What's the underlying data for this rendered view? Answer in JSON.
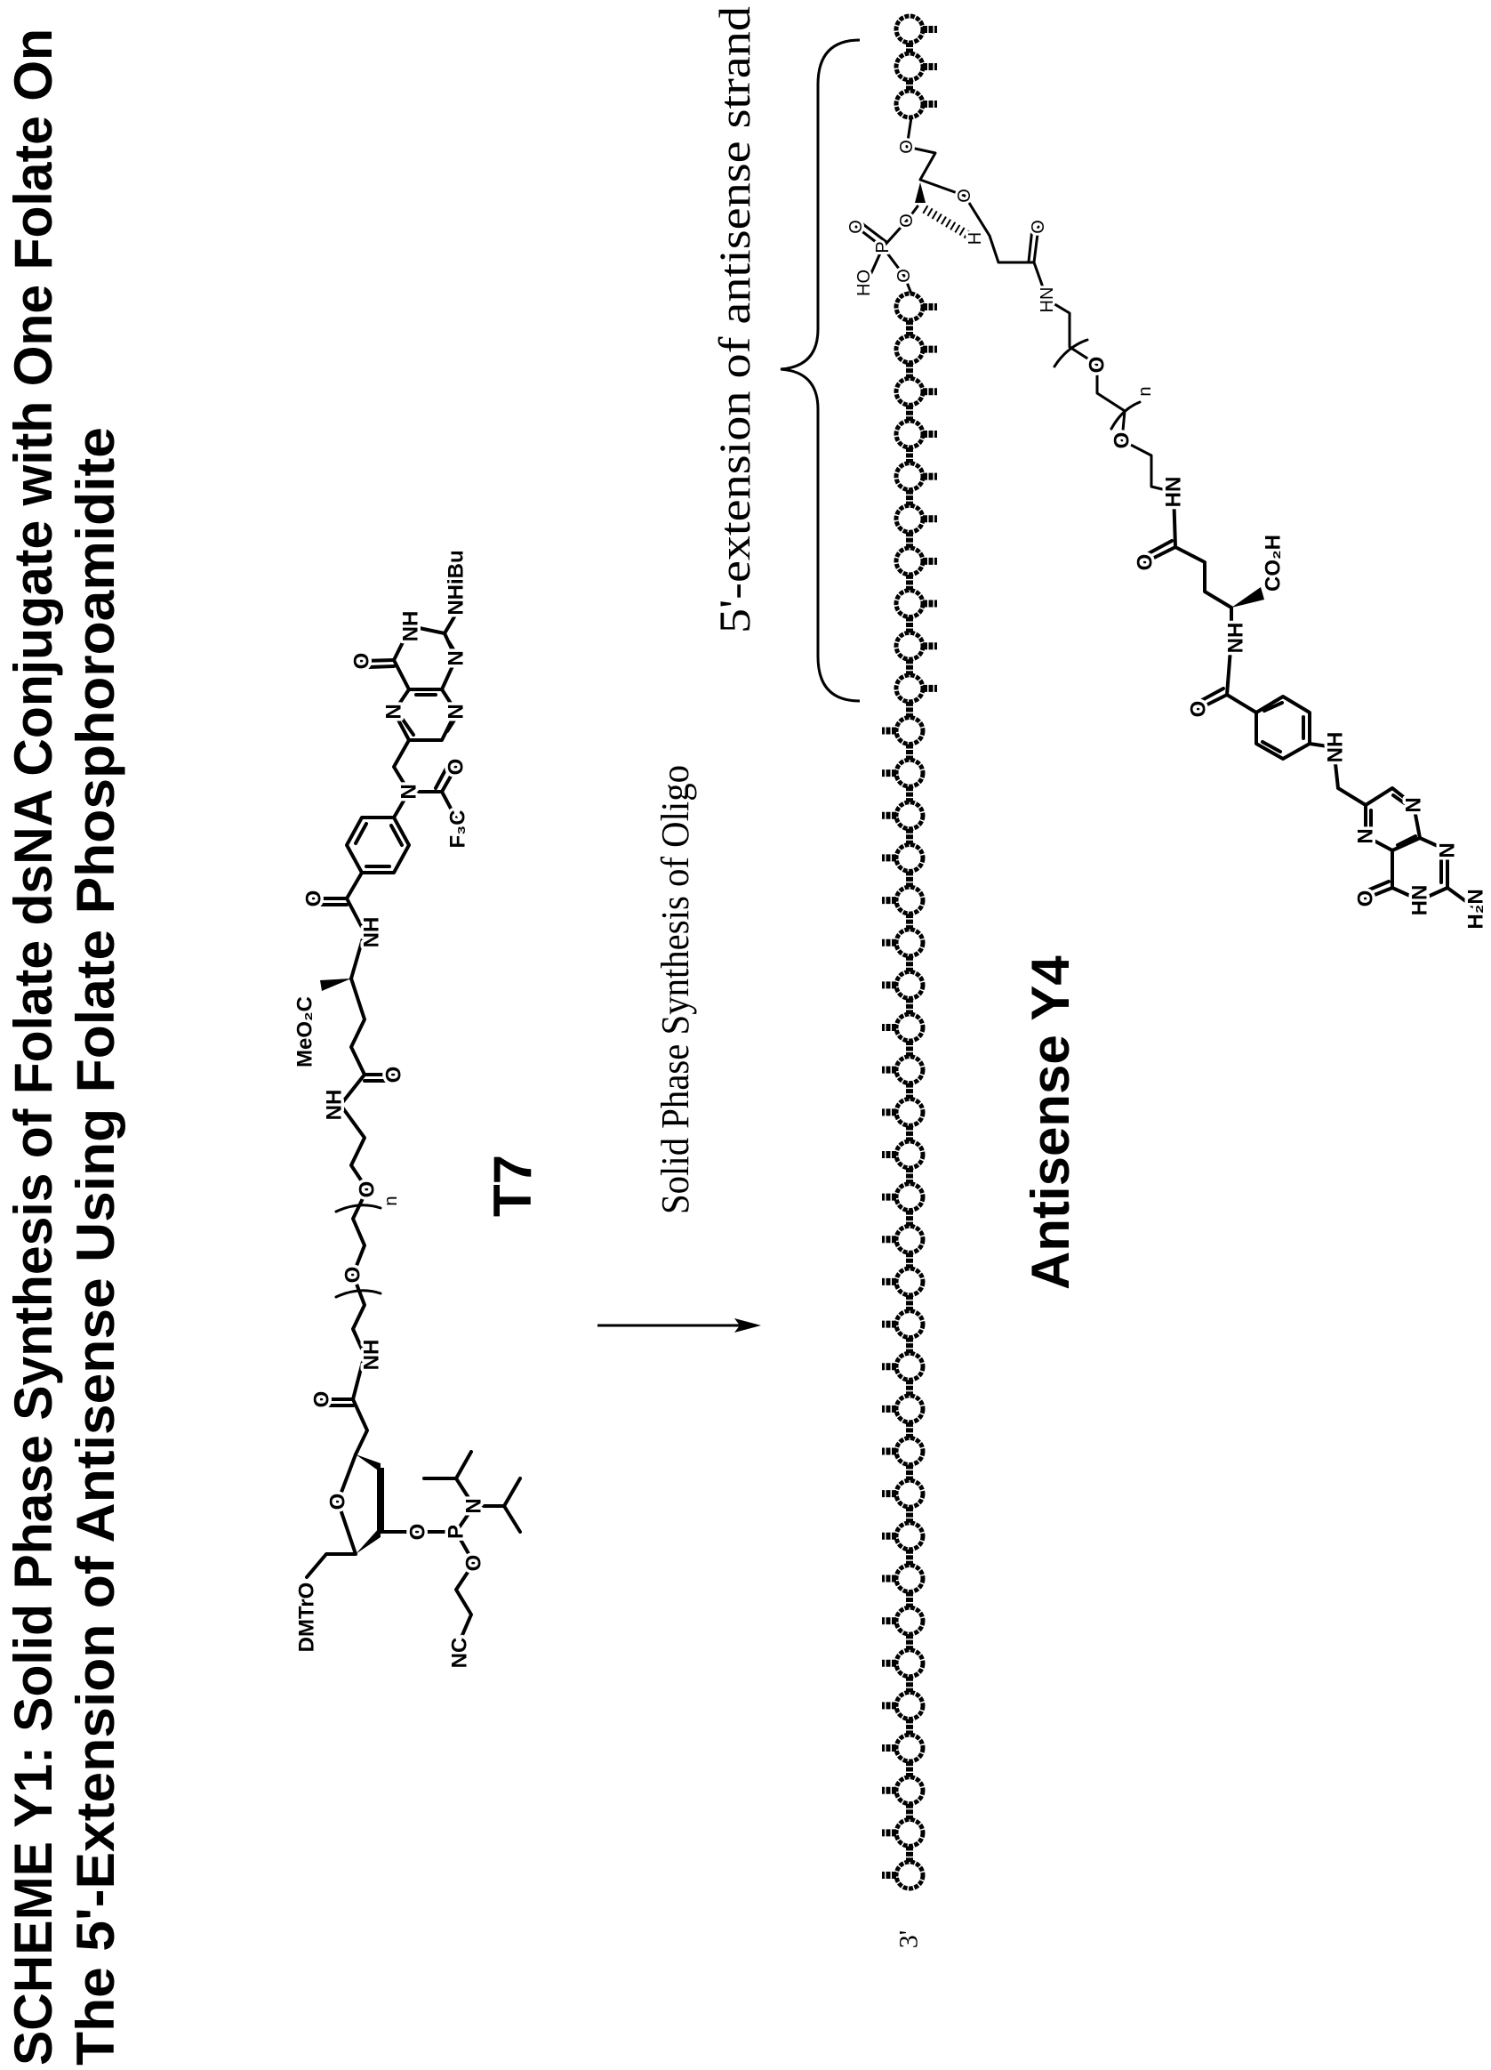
{
  "title": {
    "line1": "SCHEME Y1: Solid Phase Synthesis of Folate dsNA Conjugate with One Folate On",
    "line2": "The 5'-Extension of Antisense Using Folate Phosphoroamidite"
  },
  "reagent": {
    "label": "T7",
    "atoms": [
      "NHiBu",
      "NH",
      "O",
      "N",
      "N",
      "N",
      "N",
      "O",
      "F₃C",
      "O",
      "NH",
      "MeO₂C",
      "O",
      "NH",
      "O",
      "n",
      "O",
      "NH",
      "O",
      "O",
      "DMTrO",
      "O",
      "P",
      "N",
      "O",
      "NC"
    ]
  },
  "arrow": {
    "label": "Solid Phase Synthesis of Oligo"
  },
  "product": {
    "label": "Antisense Y4",
    "brace_label": "5'-extension of antisense strand",
    "end_label": "3'",
    "atoms": [
      "O",
      "O",
      "O",
      "P",
      "O",
      "HO",
      "O",
      "O",
      "HN",
      "O",
      "n",
      "O",
      "HN",
      "O",
      "CO₂H",
      "NH",
      "O",
      "NH",
      "N",
      "N",
      "N",
      "HN",
      "O",
      "H₂N",
      "H"
    ],
    "strand": {
      "nucleotides_before_linker": 3,
      "nucleotides_after_linker": 38
    }
  },
  "colors": {
    "ink": "#000000",
    "background": "#ffffff"
  }
}
